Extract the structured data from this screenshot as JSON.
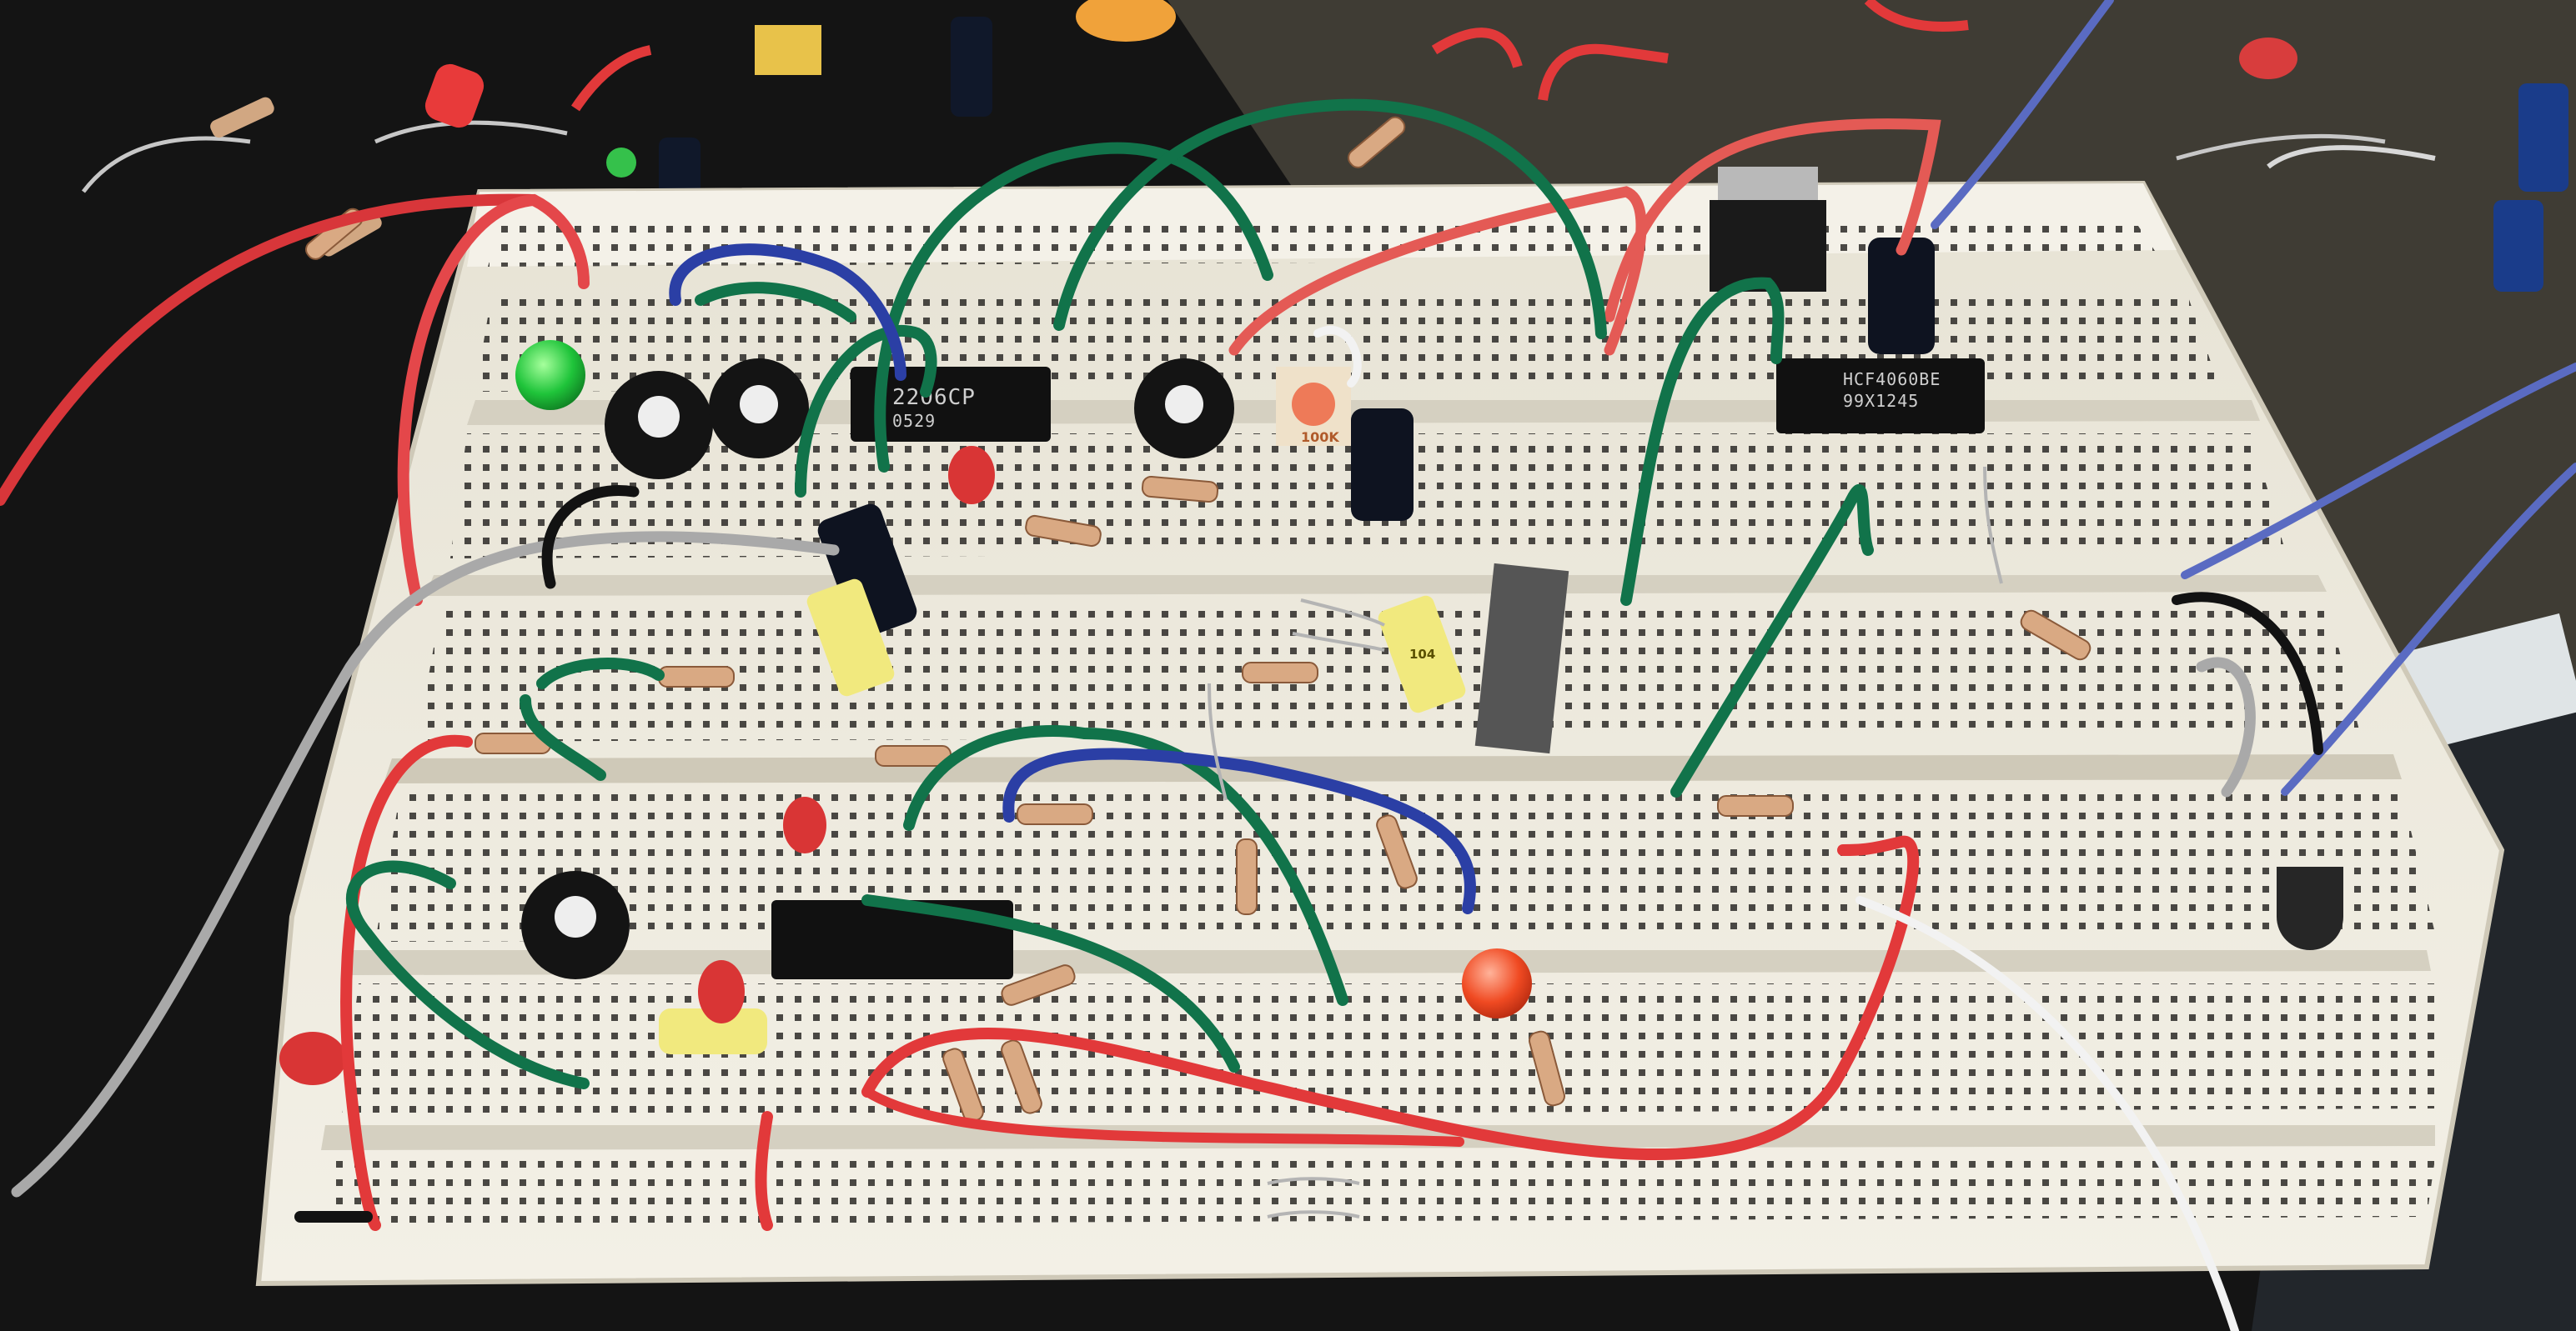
{
  "photo": {
    "subject": "breadboard-circuit",
    "colors": {
      "background": "#161616",
      "desk": "#3f3c34",
      "breadboard": "#ece8dc",
      "wire_red": "#e2393a",
      "wire_green": "#11734a",
      "wire_blue": "#2b3fa5",
      "wire_gray": "#a9a9a9",
      "wire_black": "#121212",
      "wire_white": "#f2f2f2"
    }
  },
  "chips": [
    {
      "id": "chip-a",
      "lines": [
        "2206CP",
        "0529"
      ]
    },
    {
      "id": "chip-b",
      "lines": [
        "HCF4060BE",
        "99X1245"
      ]
    },
    {
      "id": "chip-c",
      "lines": []
    }
  ],
  "markings": {
    "trimmer_label": "100K",
    "cap_label": "104"
  }
}
